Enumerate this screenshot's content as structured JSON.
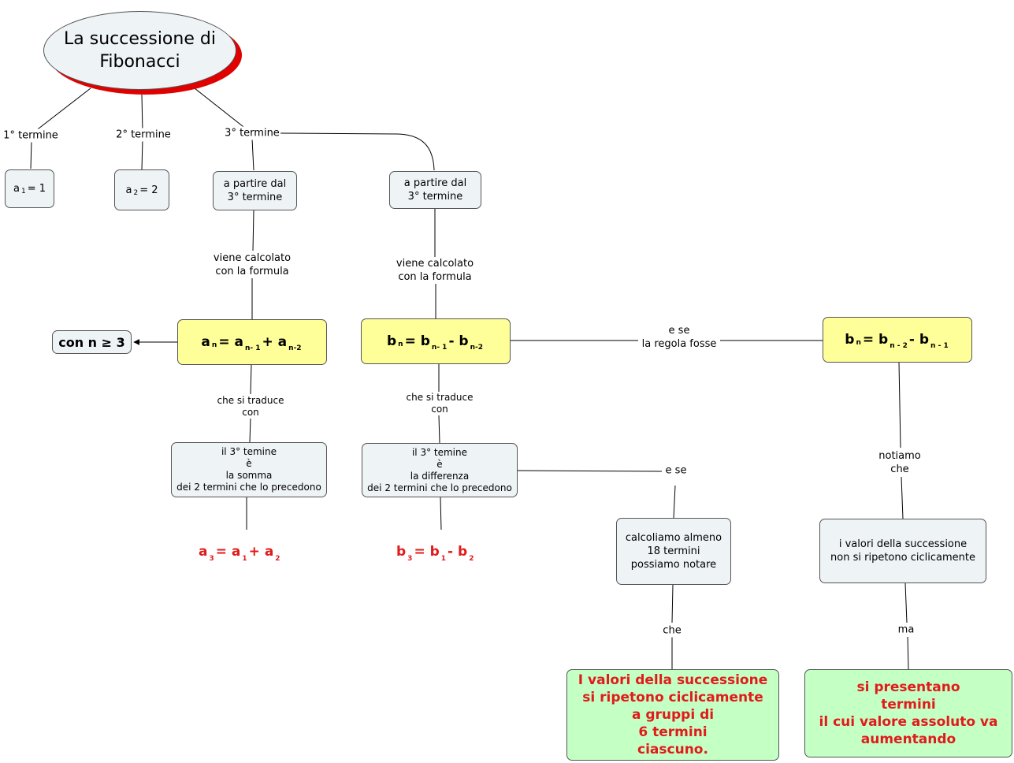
{
  "root": {
    "title": "La successione di\nFibonacci"
  },
  "links": {
    "first_term": "1° termine",
    "second_term": "2° termine",
    "third_term": "3° termine",
    "calc_formula_a": "viene calcolato\ncon la formula",
    "calc_formula_b": "viene calcolato\ncon la formula",
    "translates_a": "che si traduce\ncon",
    "translates_b": "che si traduce\ncon",
    "and_if_rule": "e se\nla regola fosse",
    "and_if": "e se",
    "we_notice": "notiamo\nche",
    "that": "che",
    "but": "ma"
  },
  "nodes": {
    "a1": {
      "var": "a",
      "sub": "1",
      "rest": "= 1"
    },
    "a2": {
      "var": "a",
      "sub": "2",
      "rest": "= 2"
    },
    "from_third_a": "a partire dal\n3° termine",
    "from_third_b": "a partire dal\n3° termine",
    "condition": "con n ≥ 3",
    "formula_a": {
      "lhs": "a",
      "lhs_sub": "n",
      "eq": "= a",
      "t1_sub": "n- 1",
      "op": "+ a",
      "t2_sub": "n-2"
    },
    "formula_b": {
      "lhs": "b",
      "lhs_sub": "n",
      "eq": "= b",
      "t1_sub": "n- 1",
      "op": "- b",
      "t2_sub": "n-2"
    },
    "formula_b_alt": {
      "lhs": "b",
      "lhs_sub": "n",
      "eq": "= b",
      "t1_sub": "n - 2",
      "op": "- b",
      "t2_sub": "n - 1"
    },
    "third_sum": "il 3° temine\nè\nla somma\ndei 2 termini che lo precedono",
    "third_diff": "il 3° temine\nè\nla differenza\ndei 2 termini che lo precedono",
    "calc18": "calcoliamo almeno\n18 termini\npossiamo notare",
    "no_repeat": "i valori della successione\nnon si ripetono ciclicamente",
    "repeat_groups": "I valori della successione\nsi ripetono ciclicamente\na gruppi di\n6 termini\nciascuno.",
    "abs_growing": "si presentano\ntermini\nil cui valore assoluto va\naumentando"
  },
  "results": {
    "a3": {
      "lhs": "a",
      "lhs_sub": "3",
      "eq": "= a",
      "t1_sub": "1",
      "op": "+ a",
      "t2_sub": "2"
    },
    "b3": {
      "lhs": "b",
      "lhs_sub": "3",
      "eq": "= b",
      "t1_sub": "1",
      "op": "- b",
      "t2_sub": "2"
    }
  },
  "colors": {
    "red": "#e11b1b",
    "yellow": "#ffff99",
    "green": "#c4ffc4",
    "blue": "#eef3f6"
  }
}
